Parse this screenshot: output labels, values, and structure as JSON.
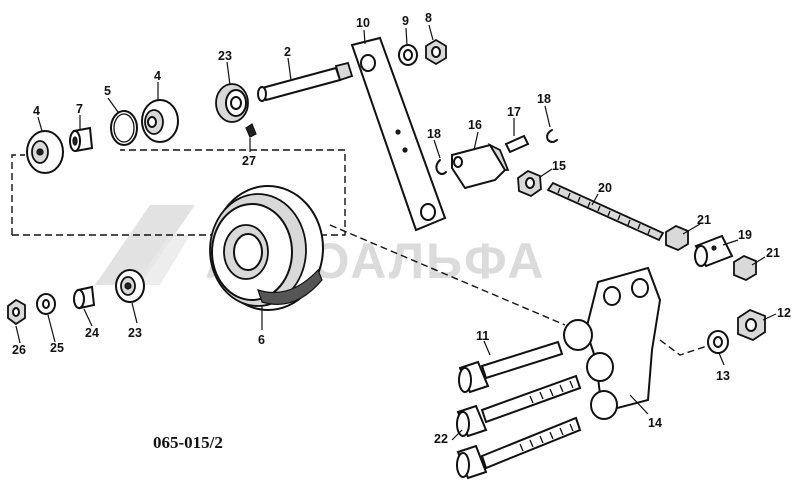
{
  "watermark": {
    "text": "АВТОАЛЬФА"
  },
  "drawing_code": "065-015/2",
  "callouts": {
    "n10": "10",
    "n9": "9",
    "n8": "8",
    "n2": "2",
    "n23a": "23",
    "n4a": "4",
    "n5": "5",
    "n7": "7",
    "n4b": "4",
    "n27": "27",
    "n18a": "18",
    "n16": "16",
    "n17": "17",
    "n18b": "18",
    "n15": "15",
    "n20": "20",
    "n21a": "21",
    "n19": "19",
    "n21b": "21",
    "n12": "12",
    "n13": "13",
    "n11": "11",
    "n14": "14",
    "n22": "22",
    "n6": "6",
    "n26": "26",
    "n25": "25",
    "n24": "24",
    "n23b": "23"
  }
}
